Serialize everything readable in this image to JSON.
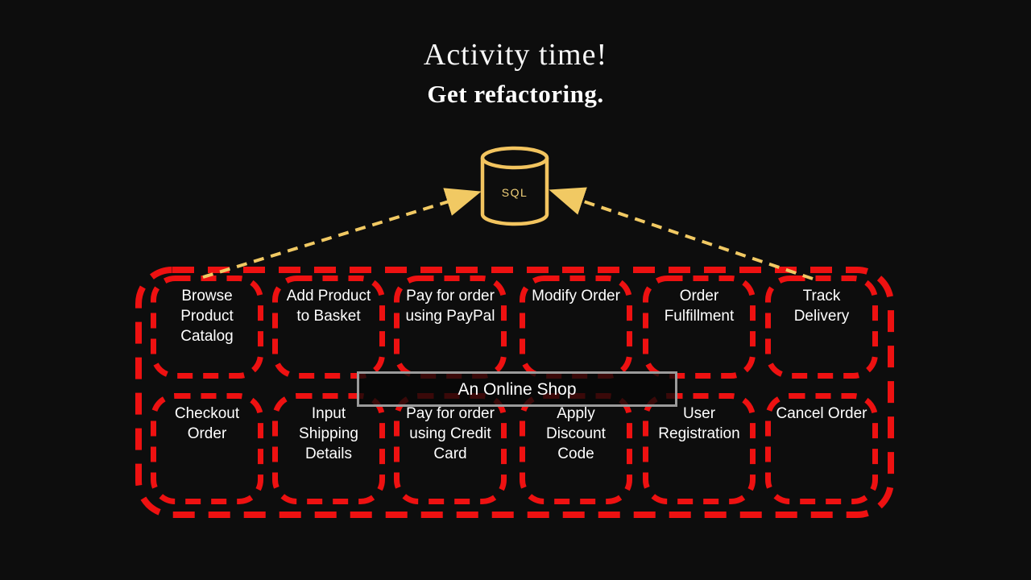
{
  "slide": {
    "title": "Activity time!",
    "subtitle": "Get refactoring.",
    "background_color": "#0d0d0d"
  },
  "database": {
    "label": "SQL",
    "color": "#f2c45f",
    "label_color": "#f3d27a"
  },
  "arrows": {
    "color": "#f1c963",
    "style": "dashed",
    "description": "two dashed arrows from use-case cluster pointing into SQL database"
  },
  "cluster": {
    "border_color": "#ee1111",
    "border_style": "dashed"
  },
  "shop": {
    "label": "An Online Shop",
    "border_color": "#9a9a9a"
  },
  "boxes": {
    "row1": [
      "Browse Product Catalog",
      "Add Product to Basket",
      "Pay for order using PayPal",
      "Modify Order",
      "Order Fulfillment",
      "Track Delivery"
    ],
    "row2": [
      "Checkout Order",
      "Input Shipping Details",
      "Pay for order using Credit Card",
      "Apply Discount Code",
      "User Registration",
      "Cancel Order"
    ]
  }
}
